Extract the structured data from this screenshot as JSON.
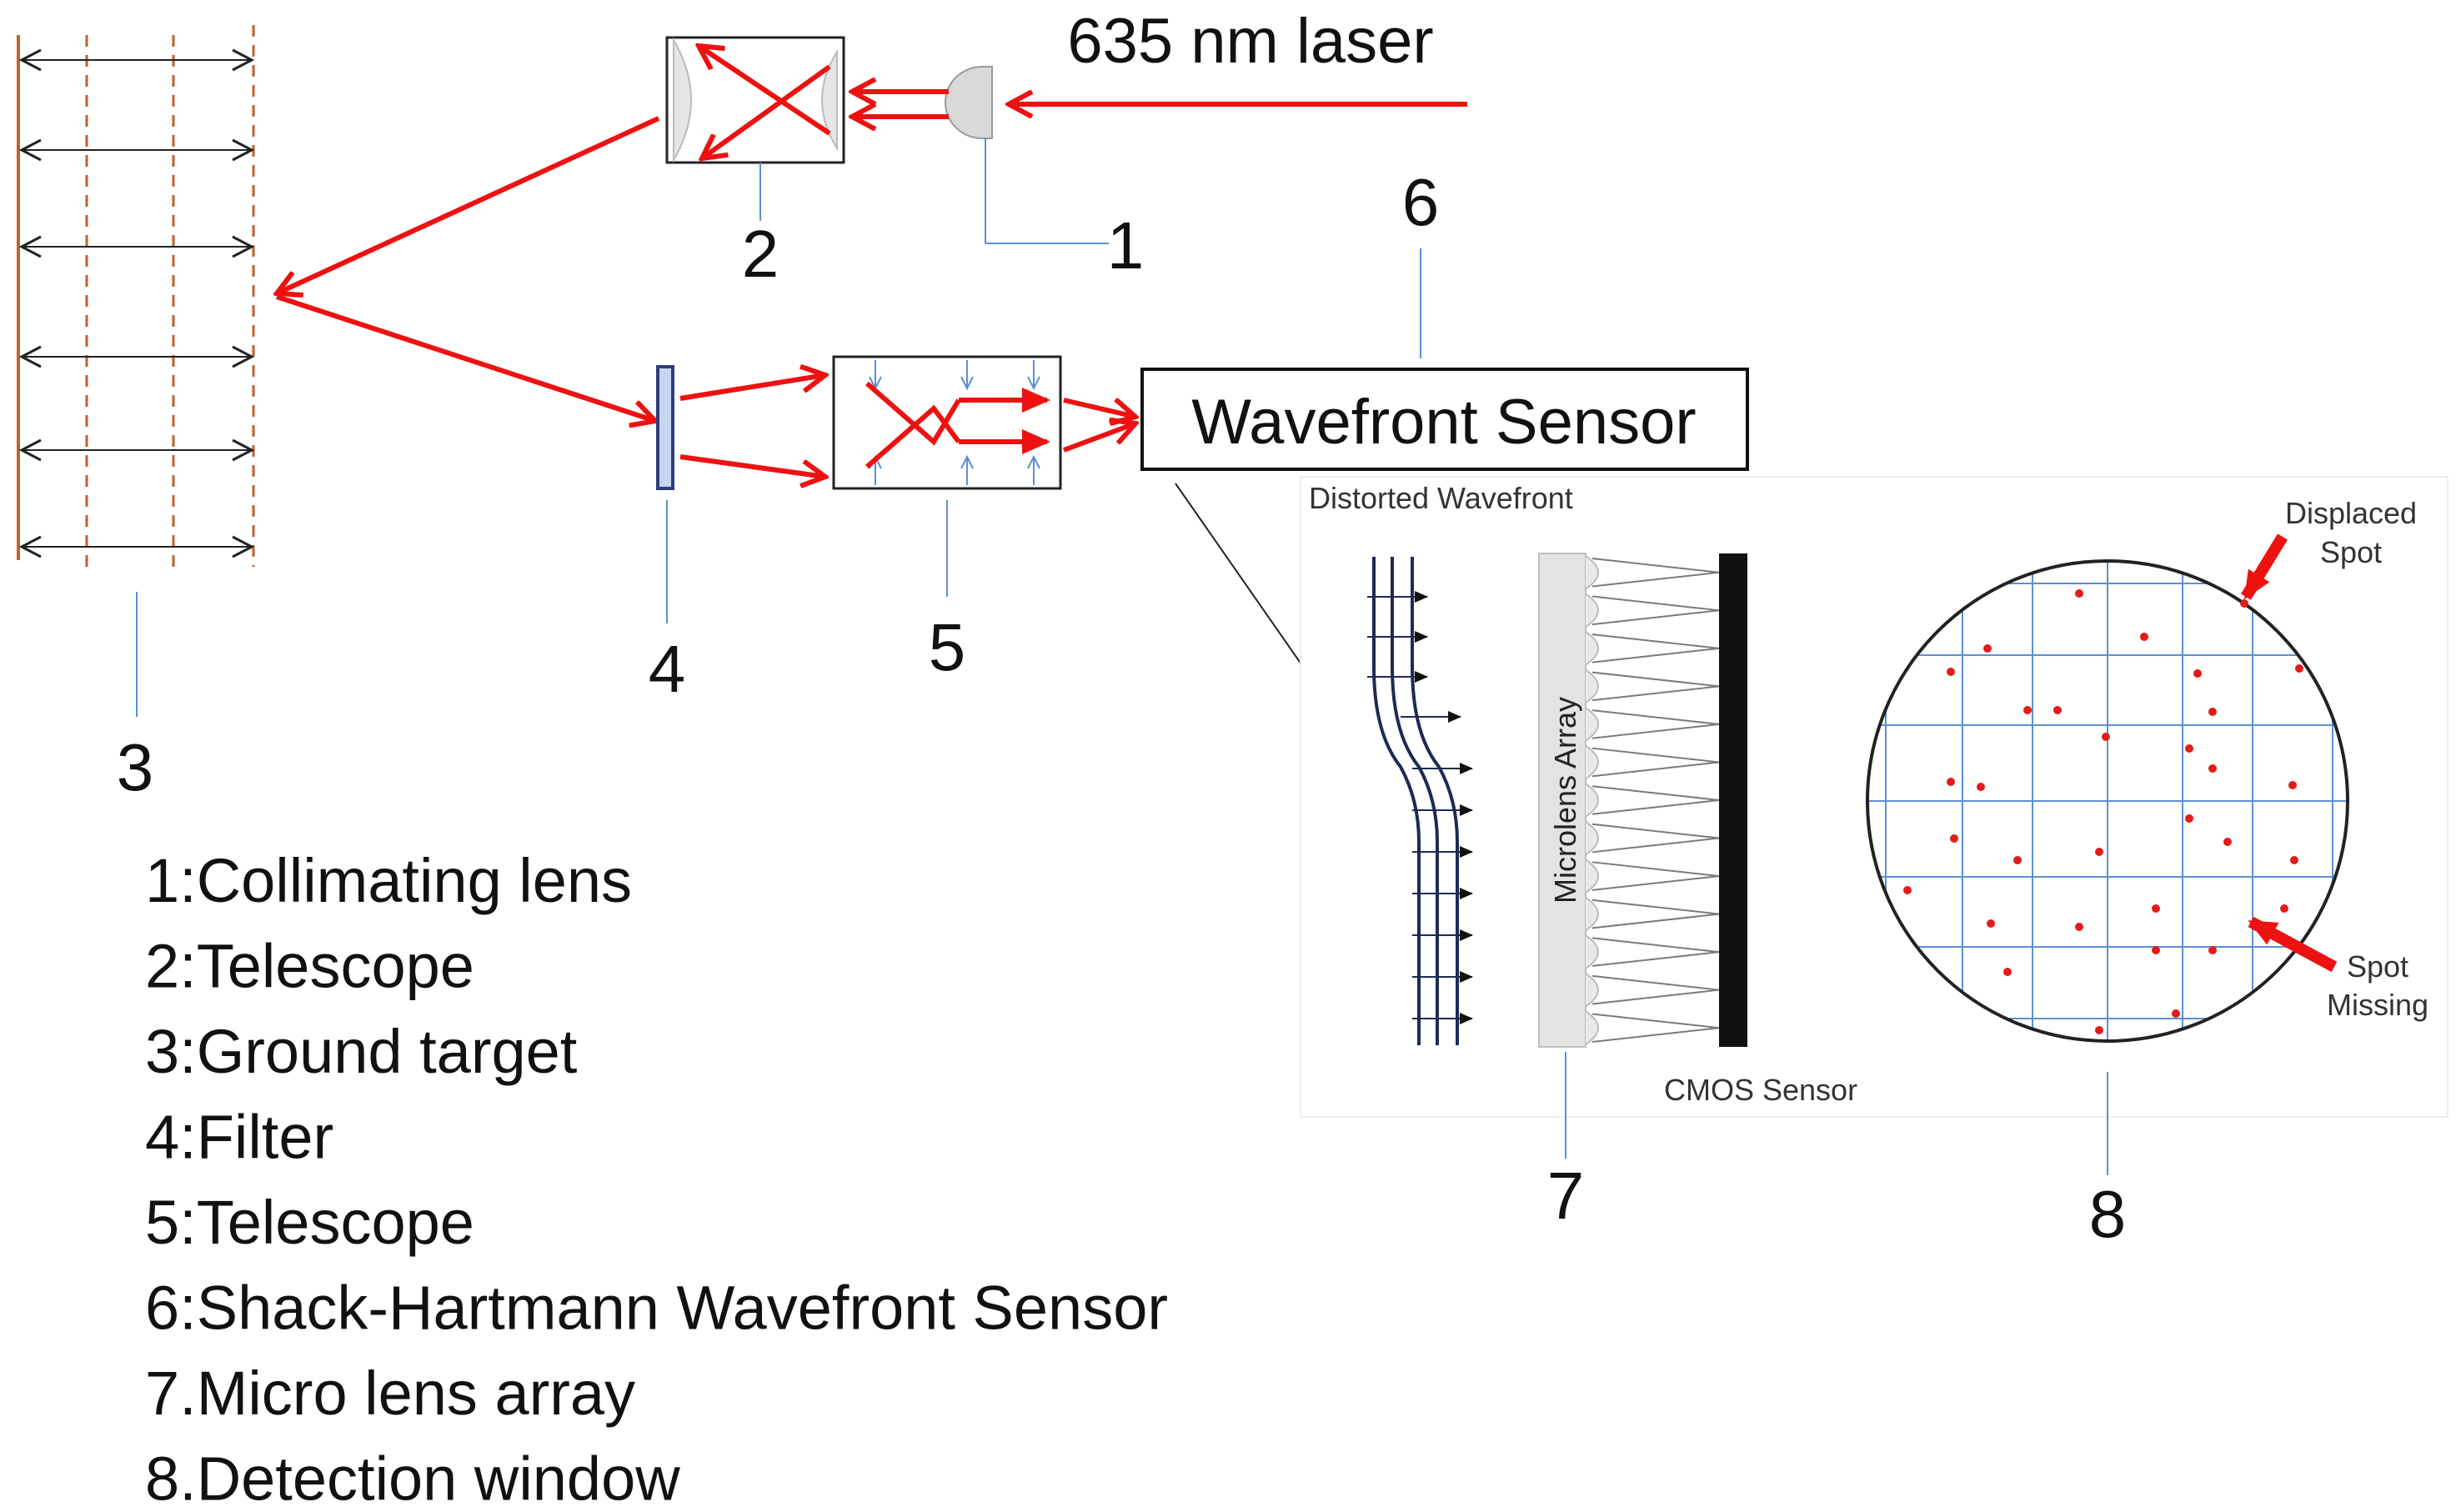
{
  "labels": {
    "laser": "635 nm laser",
    "wavefront_sensor": "Wavefront Sensor",
    "distorted_wavefront": "Distorted Wavefront",
    "microlens_array": "Microlens Array",
    "cmos_sensor": "CMOS Sensor",
    "displaced_spot_line1": "Displaced",
    "displaced_spot_line2": "Spot",
    "spot_missing_line1": "Spot",
    "spot_missing_line2": "Missing"
  },
  "numbers": {
    "n1": "1",
    "n2": "2",
    "n3": "3",
    "n4": "4",
    "n5": "5",
    "n6": "6",
    "n7": "7",
    "n8": "8"
  },
  "legend": [
    "1:Collimating lens",
    "2:Telescope",
    "3:Ground target",
    "4:Filter",
    "5:Telescope",
    "6:Shack-Hartmann Wavefront Sensor",
    "7.Micro lens array",
    "8.Detection window"
  ],
  "colors": {
    "beam": "#ee1111",
    "target_line": "#c0622a",
    "grid": "#5b8fd6",
    "filter": "#2b3f7a",
    "spot": "#e21b1b"
  }
}
